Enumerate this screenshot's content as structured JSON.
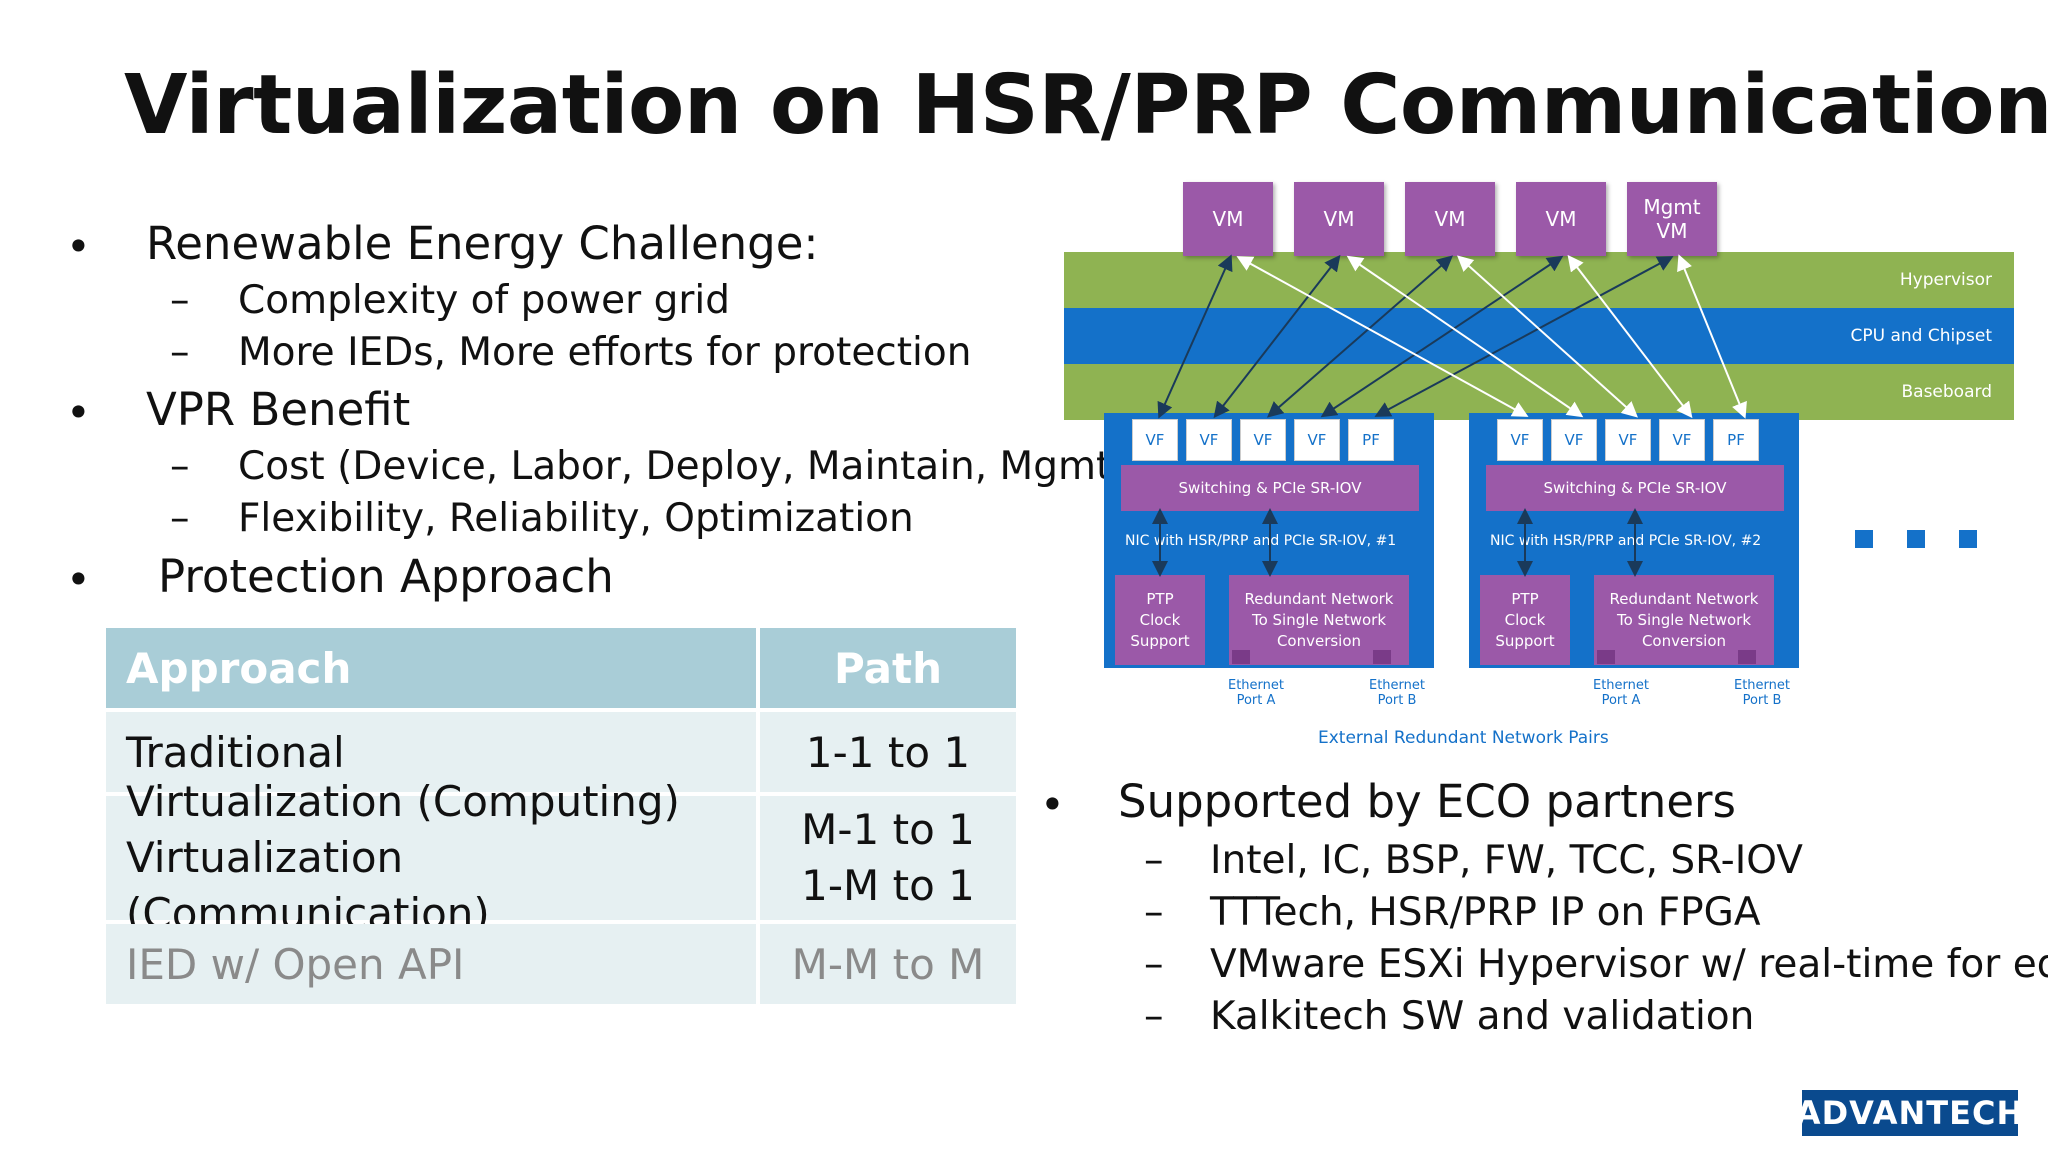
{
  "title": "Virtualization on HSR/PRP Communication",
  "left_bullets": [
    {
      "text": "Renewable Energy Challenge:",
      "subs": [
        "Complexity of power grid",
        "More IEDs, More efforts for protection"
      ]
    },
    {
      "text": "VPR Benefit",
      "subs": [
        "Cost (Device, Labor, Deploy, Maintain, Mgmt)",
        "Flexibility, Reliability, Optimization"
      ]
    },
    {
      "text": "Protection Approach",
      "subs": []
    }
  ],
  "bullet_char": "•",
  "dash_char": "–",
  "table": {
    "headers": [
      "Approach",
      "Path"
    ],
    "rows": [
      {
        "approach": [
          "Traditional"
        ],
        "path": [
          "1-1 to 1"
        ]
      },
      {
        "approach": [
          "Virtualization (Computing)",
          "Virtualization (Communication)"
        ],
        "path": [
          "M-1 to 1",
          "1-M to 1"
        ]
      },
      {
        "approach": [
          "IED w/ Open API"
        ],
        "path": [
          "M-M to M"
        ]
      }
    ]
  },
  "diagram": {
    "vms": [
      "VM",
      "VM",
      "VM",
      "VM",
      "Mgmt\nVM"
    ],
    "bands": [
      "Hypervisor",
      "CPU and Chipset",
      "Baseboard"
    ],
    "nics": [
      {
        "functions": [
          "VF",
          "VF",
          "VF",
          "VF",
          "PF"
        ],
        "switch": "Switching & PCIe SR-IOV",
        "label": "NIC with HSR/PRP and PCIe SR-IOV, #1",
        "ptp": "PTP\nClock\nSupport",
        "redundant": "Redundant Network\nTo Single Network\nConversion",
        "port_a": "Ethernet\nPort A",
        "port_b": "Ethernet\nPort B"
      },
      {
        "functions": [
          "VF",
          "VF",
          "VF",
          "VF",
          "PF"
        ],
        "switch": "Switching & PCIe SR-IOV",
        "label": "NIC with HSR/PRP and PCIe SR-IOV, #2",
        "ptp": "PTP\nClock\nSupport",
        "redundant": "Redundant Network\nTo Single Network\nConversion",
        "port_a": "Ethernet\nPort A",
        "port_b": "Ethernet\nPort B"
      }
    ],
    "external_label": "External Redundant Network Pairs",
    "colors": {
      "vm": "#9b59a8",
      "green": "#8fb352",
      "blue": "#1471c9"
    }
  },
  "right_bullets": [
    {
      "text": "Supported by ECO partners",
      "subs": [
        "Intel, IC, BSP, FW, TCC, SR-IOV",
        "TTTech, HSR/PRP IP on FPGA",
        "VMware ESXi Hypervisor w/ real-time for edge",
        "Kalkitech SW and validation"
      ]
    }
  ],
  "logo": "ADVANTECH"
}
